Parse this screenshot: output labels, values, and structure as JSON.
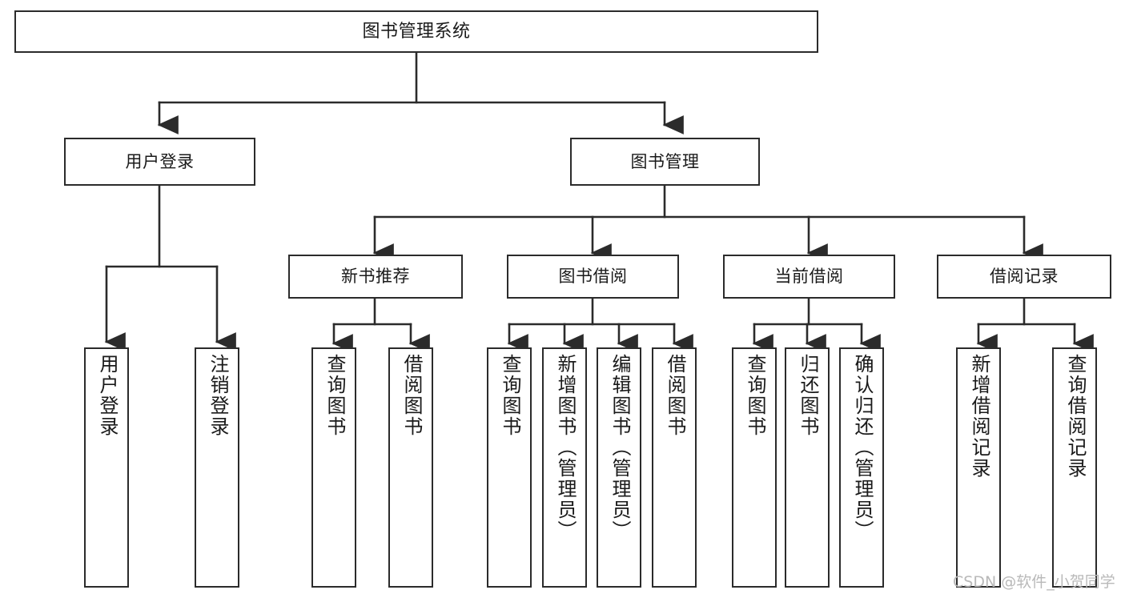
{
  "diagram": {
    "title": "图书管理系统",
    "type": "tree-hierarchy",
    "colors": {
      "line": "#2b2b2b",
      "box_border": "#2b2b2b",
      "box_fill": "#ffffff",
      "text": "#1a1a1a",
      "watermark": "#b9b9b9",
      "background": "#ffffff"
    },
    "root": {
      "label": "图书管理系统"
    },
    "level2": [
      {
        "label": "用户登录"
      },
      {
        "label": "图书管理"
      }
    ],
    "level3": [
      {
        "label": "新书推荐"
      },
      {
        "label": "图书借阅"
      },
      {
        "label": "当前借阅"
      },
      {
        "label": "借阅记录"
      }
    ],
    "leaves": {
      "user_login": [
        {
          "label": "用户登录"
        },
        {
          "label": "注销登录"
        }
      ],
      "new_book_recommend": [
        {
          "label": "查询图书"
        },
        {
          "label": "借阅图书"
        }
      ],
      "book_borrow": [
        {
          "label": "查询图书"
        },
        {
          "label": "新增图书（管理员）"
        },
        {
          "label": "编辑图书（管理员）"
        },
        {
          "label": "借阅图书"
        }
      ],
      "current_borrow": [
        {
          "label": "查询图书"
        },
        {
          "label": "归还图书"
        },
        {
          "label": "确认归还（管理员）"
        }
      ],
      "borrow_record": [
        {
          "label": "新增借阅记录"
        },
        {
          "label": "查询借阅记录"
        }
      ]
    }
  },
  "watermark": {
    "text": "CSDN @软件_小贺同学"
  }
}
